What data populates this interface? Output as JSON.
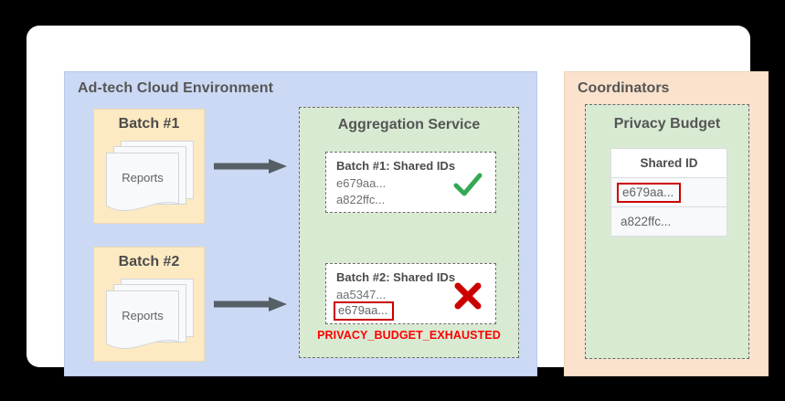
{
  "adtech": {
    "title": "Ad-tech Cloud Environment",
    "batches": [
      {
        "title": "Batch #1",
        "reports_label": "Reports"
      },
      {
        "title": "Batch #2",
        "reports_label": "Reports"
      }
    ],
    "arrows": [
      {
        "name": "arrow-batch1-to-aggregation"
      },
      {
        "name": "arrow-batch2-to-aggregation"
      }
    ]
  },
  "aggregation": {
    "title": "Aggregation Service",
    "cards": [
      {
        "title": "Batch #1: Shared IDs",
        "ids": [
          "e679aa...",
          "a822ffc..."
        ],
        "flagged_id": null,
        "status": "success",
        "status_icon": "check-icon",
        "status_color": "#34a853"
      },
      {
        "title": "Batch #2: Shared IDs",
        "ids": [
          "aa5347..."
        ],
        "flagged_id": "e679aa...",
        "status": "error",
        "status_icon": "x-icon",
        "status_color": "#cc0000"
      }
    ],
    "error_message": "PRIVACY_BUDGET_EXHAUSTED",
    "error_color": "#ff0000"
  },
  "coordinators": {
    "title": "Coordinators",
    "privacy_budget": {
      "title": "Privacy Budget",
      "table": {
        "header": "Shared ID",
        "rows": [
          {
            "value": "e679aa...",
            "flagged": true
          },
          {
            "value": "a822ffc...",
            "flagged": false
          }
        ]
      }
    }
  },
  "colors": {
    "adtech_panel": "#ccd9f4",
    "batch_box": "#fdeac3",
    "aggregation_panel": "#d9ead3",
    "coordinators_panel": "#fbe2cd",
    "arrow": "#555f66",
    "flag_outline": "#cc0000"
  }
}
